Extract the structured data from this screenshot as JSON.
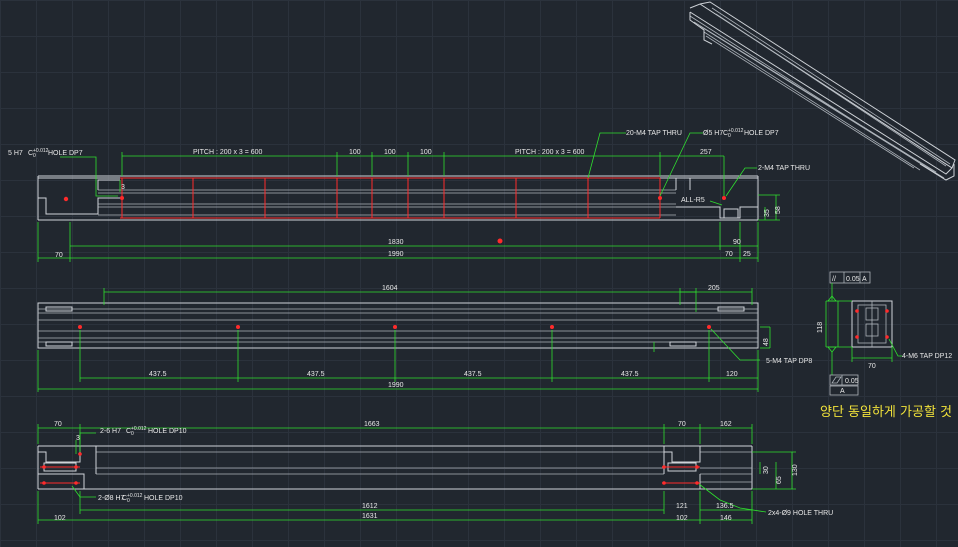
{
  "colors": {
    "background": "#21272f",
    "geometry": "#cfd3d8",
    "dimension": "#2fe02f",
    "hole": "#ff2b2b",
    "note": "#f1e23a"
  },
  "top_view": {
    "label_5h7": "5 H7",
    "label_5h7_tol": "C",
    "label_5h7_tol_top": "+0.012",
    "label_5h7_tol_bot": "0",
    "label_5h7_tail": "HOLE DP7",
    "pitch_left": "PITCH : 200 x 3 = 600",
    "pitch_right": "PITCH : 200 x 3 = 600",
    "d100a": "100",
    "d100b": "100",
    "d100c": "100",
    "d257": "257",
    "tap20": "20-M4 TAP THRU",
    "hole_o5": "Ø5 H7",
    "hole_o5_tol": "C",
    "hole_o5_tol_top": "+0.012",
    "hole_o5_tol_bot": "0",
    "hole_o5_tail": "HOLE DP7",
    "tap2": "2-M4 TAP THRU",
    "all_r5": "ALL-R5",
    "d3": "3",
    "d35": "35",
    "d58": "58",
    "d1830": "1830",
    "d1990": "1990",
    "d70a": "70",
    "d90": "90",
    "d70b": "70",
    "d25": "25"
  },
  "middle_view": {
    "d1604": "1604",
    "d205": "205",
    "d437_1": "437.5",
    "d437_2": "437.5",
    "d437_3": "437.5",
    "d437_4": "437.5",
    "d120": "120",
    "d1990": "1990",
    "d48": "48",
    "tap5": "5-M4 TAP DP8"
  },
  "section_view": {
    "flatness": "0.05",
    "flatness_ref": "A",
    "d118": "118",
    "d70": "70",
    "tap4": "4-M6 TAP DP12",
    "parallel": "0.05",
    "datum": "A"
  },
  "bottom_view": {
    "d70a": "70",
    "d1663": "1663",
    "d70b": "70",
    "d162": "162",
    "hole6": "2-6 H7",
    "hole6_tol": "C",
    "hole6_tol_top": "+0.012",
    "hole6_tol_bot": "0",
    "hole6_tail": "HOLE DP10",
    "d3": "3",
    "hole8": "2-Ø8 H7",
    "hole8_tol": "C",
    "hole8_tol_top": "+0.012",
    "hole8_tol_bot": "0",
    "hole8_tail": "HOLE DP10",
    "d1612": "1612",
    "d1631": "1631",
    "d102a": "102",
    "d121": "121",
    "d102b": "102",
    "d136": "136.5",
    "d146": "146",
    "d65": "65",
    "d30": "30",
    "d130": "130",
    "hole9": "2x4-Ø9 HOLE THRU"
  },
  "note_text": "양단 동일하게 가공할 것"
}
